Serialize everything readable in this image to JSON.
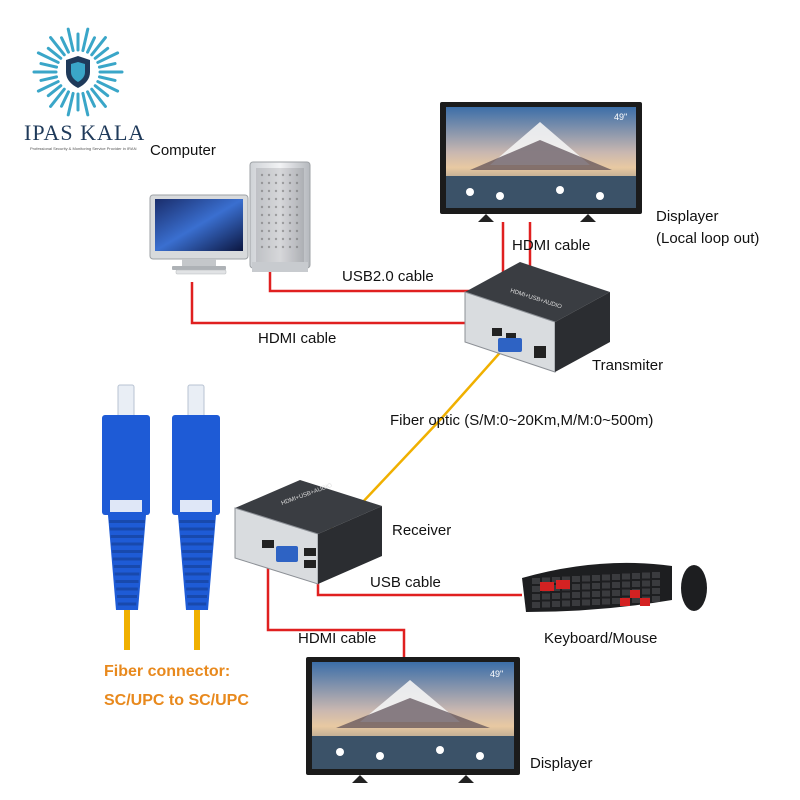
{
  "logo": {
    "brand": "IPAS KALA",
    "tagline": "Professional Security & Monitoring Service Provider in IRAN",
    "color": "#1f3a5a",
    "icon": "sunburst-shield-icon"
  },
  "labels": {
    "computer": "Computer",
    "displayer_top": "Displayer",
    "displayer_top_sub": "(Local loop out)",
    "hdmi_top": "HDMI cable",
    "usb20": "USB2.0 cable",
    "hdmi_left": "HDMI cable",
    "transmitter": "Transmiter",
    "fiber_optic": "Fiber optic  (S/M:0~20Km,M/M:0~500m)",
    "receiver": "Receiver",
    "usb_cable": "USB cable",
    "keyboard_mouse": "Keyboard/Mouse",
    "hdmi_bottom": "HDMI cable",
    "fiber_connector_1": "Fiber connector:",
    "fiber_connector_2": "SC/UPC to SC/UPC",
    "displayer_bottom": "Displayer"
  },
  "devices": {
    "tv_badge": "49\"",
    "box_label": "HDMI+USB+AUDIO"
  },
  "colors": {
    "cable": "#e02020",
    "fiber": "#f0b000",
    "connector_blue": "#1e5bd6",
    "accent_orange": "#e8891d"
  }
}
